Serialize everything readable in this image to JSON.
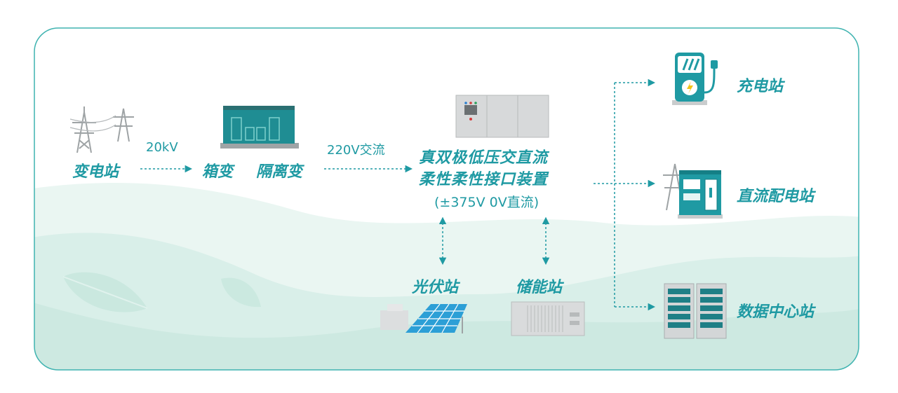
{
  "colors": {
    "teal": "#1f9aa3",
    "dark_teal": "#157f86",
    "panel_border": "#3fb3b0",
    "hill_light": "#e3f3ee",
    "hill_mid": "#cfeae3",
    "grey": "#c9cccd"
  },
  "nodes": {
    "substation": "变电站",
    "box_transformer": "箱变",
    "isolation_transformer": "隔离变",
    "device_line1": "真双极低压交直流",
    "device_line2": "柔性柔性接口装置",
    "device_sub": "(±375V   0V直流)",
    "pv_station": "光伏站",
    "storage_station": "储能站",
    "charging_station": "充电站",
    "dc_distribution": "直流配电站",
    "data_center": "数据中心站"
  },
  "edges": {
    "voltage_20kv": "20kV",
    "voltage_220v": "220V交流"
  },
  "icons": [
    "power-tower-icon",
    "box-transformer-icon",
    "cabinet-icon",
    "solar-panel-icon",
    "battery-storage-icon",
    "ev-charger-icon",
    "dc-substation-icon",
    "server-rack-icon",
    "leaf-icon"
  ]
}
